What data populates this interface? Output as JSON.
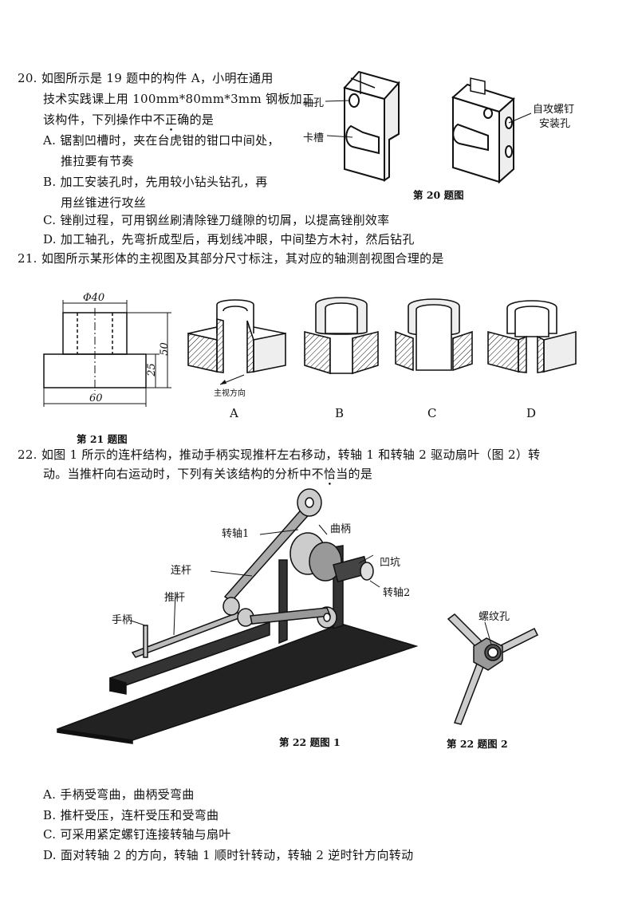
{
  "q20": {
    "stem": [
      "20. 如图所示是 19 题中的构件 A，小明在通用",
      "技术实践课上用 100mm*80mm*3mm 钢板加工",
      "该构件，下列操作中"
    ],
    "emph": "不正确",
    "stem_tail": "的是",
    "options": [
      [
        "A. 锯割凹槽时，夹在台虎钳的钳口中间处，",
        "推拉要有节奏"
      ],
      [
        "B. 加工安装孔时，先用较小钻头钻孔，再",
        "用丝锥进行攻丝"
      ],
      [
        "C. 锉削过程，可用钢丝刷清除锉刀缝隙的切屑，以提高锉削效率"
      ],
      [
        "D. 加工轴孔，先弯折成型后，再划线冲眼，中间垫方木衬，然后钻孔"
      ]
    ],
    "labels": {
      "shaft_hole": "轴孔",
      "slot": "卡槽",
      "screw_hole_1": "自攻螺钉",
      "screw_hole_2": "安装孔"
    },
    "caption": "第 20 题图"
  },
  "q21": {
    "stem": "21. 如图所示某形体的主视图及其部分尺寸标注，其对应的轴测剖视图合理的是",
    "dims": {
      "top": "Φ40",
      "height": "50",
      "lower": "25",
      "width": "60"
    },
    "view_direction": "主视方向",
    "choices": [
      "A",
      "B",
      "C",
      "D"
    ],
    "caption": "第 21 题图"
  },
  "q22": {
    "stem": [
      "22. 如图 1 所示的连杆结构，推动手柄实现推杆左右移动，转轴 1 和转轴 2 驱动扇叶（图 2）转",
      "动。当推杆向右运动时，下列有关该结构的分析中"
    ],
    "emph": "不恰当",
    "stem_tail": "的是",
    "labels": {
      "shaft1": "转轴1",
      "crank": "曲柄",
      "link": "连杆",
      "pit": "凹坑",
      "pushrod": "推杆",
      "shaft2": "转轴2",
      "handle": "手柄",
      "thread_hole": "螺纹孔"
    },
    "caption1": "第 22 题图 1",
    "caption2": "第 22 题图 2",
    "options": [
      "A. 手柄受弯曲，曲柄受弯曲",
      "B. 推杆受压，连杆受压和受弯曲",
      "C. 可采用紧定螺钉连接转轴与扇叶",
      "D. 面对转轴 2 的方向，转轴 1 顺时针转动，转轴 2 逆时针方向转动"
    ]
  }
}
